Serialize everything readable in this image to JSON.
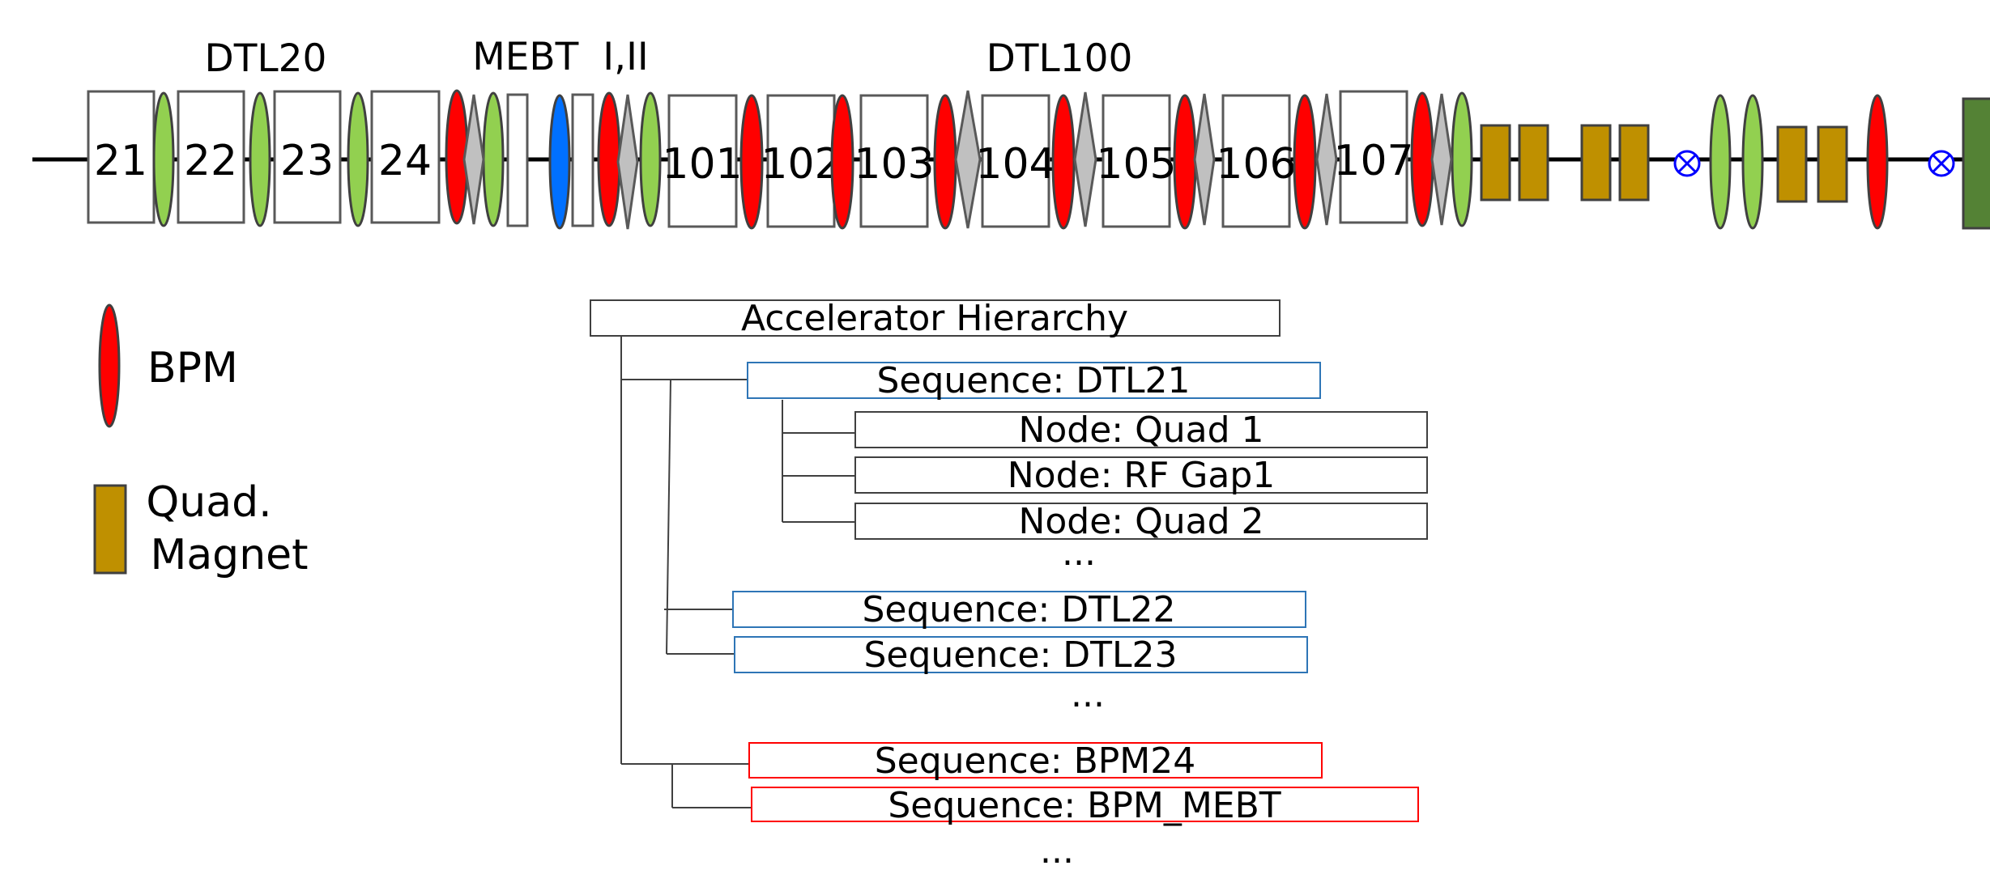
{
  "beamline": {
    "section_titles": [
      "DTL20",
      "MEBT  I,II",
      "DTL100"
    ],
    "cavity_labels": [
      "21",
      "22",
      "23",
      "24",
      "101",
      "102",
      "103",
      "104",
      "105",
      "106",
      "107"
    ]
  },
  "legend": {
    "bpm_label": "BPM",
    "quad_label_line1": "Quad.",
    "quad_label_line2": "Magnet"
  },
  "hierarchy": {
    "root": "Accelerator Hierarchy",
    "seq_dtl21": "Sequence: DTL21",
    "node_quad1": "Node: Quad 1",
    "node_rfgap1": "Node: RF Gap1",
    "node_quad2": "Node: Quad 2",
    "ellipsis_nodes": "...",
    "seq_dtl22": "Sequence: DTL22",
    "seq_dtl23": "Sequence: DTL23",
    "ellipsis_dtl": "...",
    "seq_bpm24": "Sequence: BPM24",
    "seq_bpm_mebt": "Sequence: BPM_MEBT",
    "ellipsis_bottom": "..."
  },
  "colors": {
    "bpm": "#ff0000",
    "green_element": "#92d050",
    "blue_element": "#0070ff",
    "gray_element": "#c0c0c0",
    "quad_magnet": "#bf9000",
    "end_block": "#548235",
    "crossed_circle": "#0000ff",
    "dtl_sequence_border": "#2e75b6",
    "bpm_sequence_border": "#ff0000"
  }
}
